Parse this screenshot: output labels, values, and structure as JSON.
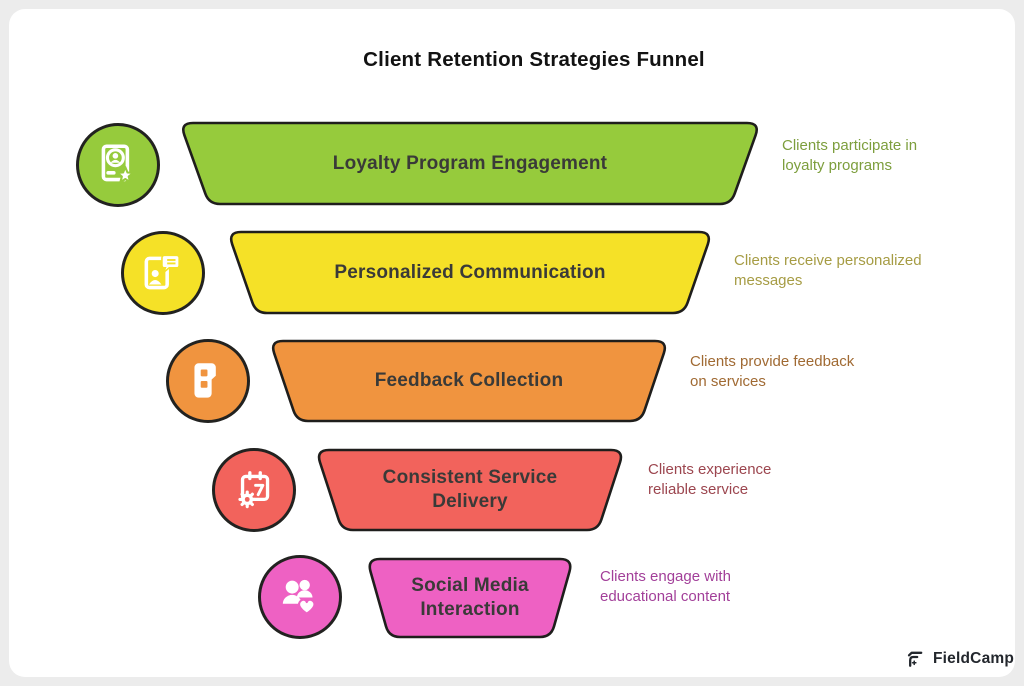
{
  "page": {
    "title": "Client Retention Strategies Funnel"
  },
  "funnel": {
    "outline_color": "#1f1e1c",
    "label_color": "#3a3a38",
    "levels": [
      {
        "label": "Loyalty Program Engagement",
        "annotation": "Clients participate in\nloyalty programs",
        "fill": "#96cb3c",
        "annotation_color": "#7d9e3d",
        "icon": "loyalty-badge-icon"
      },
      {
        "label": "Personalized Communication",
        "annotation": "Clients receive personalized\nmessages",
        "fill": "#f5e127",
        "annotation_color": "#a69c44",
        "icon": "chat-card-icon"
      },
      {
        "label": "Feedback Collection",
        "annotation": "Clients provide feedback\non services",
        "fill": "#f0943f",
        "annotation_color": "#a06a33",
        "icon": "feedback-form-icon"
      },
      {
        "label": "Consistent Service\nDelivery",
        "annotation": "Clients experience\nreliable service",
        "fill": "#f2635c",
        "annotation_color": "#9c464f",
        "icon": "service-calendar-icon"
      },
      {
        "label": "Social Media\nInteraction",
        "annotation": "Clients engage with\neducational content",
        "fill": "#ee61c3",
        "annotation_color": "#a23f99",
        "icon": "people-heart-icon"
      }
    ]
  },
  "brand": {
    "name": "FieldCamp",
    "color": "#23272d"
  }
}
